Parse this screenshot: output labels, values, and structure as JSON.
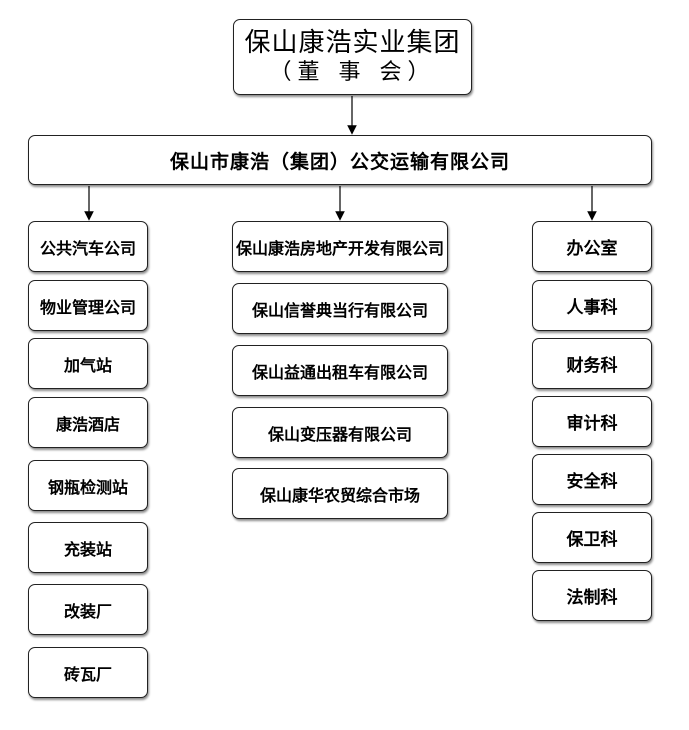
{
  "top": {
    "name": "保山康浩实业集团",
    "sub": "（董 事 会）"
  },
  "main": {
    "name": "保山市康浩（集团）公交运输有限公司"
  },
  "left": [
    "公共汽车公司",
    "物业管理公司",
    "加气站",
    "康浩酒店",
    "钢瓶检测站",
    "充装站",
    "改装厂",
    "砖瓦厂"
  ],
  "middle": [
    "保山康浩房地产开发有限公司",
    "保山信誉典当行有限公司",
    "保山益通出租车有限公司",
    "保山变压器有限公司",
    "保山康华农贸综合市场"
  ],
  "right": [
    "办公室",
    "人事科",
    "财务科",
    "审计科",
    "安全科",
    "保卫科",
    "法制科"
  ]
}
